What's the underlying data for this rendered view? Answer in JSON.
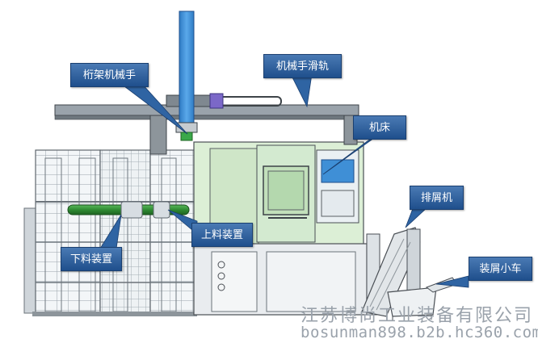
{
  "labels": {
    "gantry_robot": "桁架机械手",
    "robot_rail": "机械手滑轨",
    "machine_tool": "机床",
    "chip_conveyor": "排屑机",
    "loading_device": "上料装置",
    "unloading_device": "下料装置",
    "chip_cart": "装屑小车"
  },
  "watermark": {
    "company": "江苏博尚工业装备有限公司",
    "url": "bosunman898.b2b.hc360.com"
  },
  "colors": {
    "callout_fill": "#2f64a3",
    "callout_text": "#ffffff",
    "robot_column": "#3f8fd6",
    "machine_body": "#d9ecd3",
    "rail": "#7d8790",
    "outline": "#4a4f55",
    "watermark": "#9aa2ab"
  }
}
